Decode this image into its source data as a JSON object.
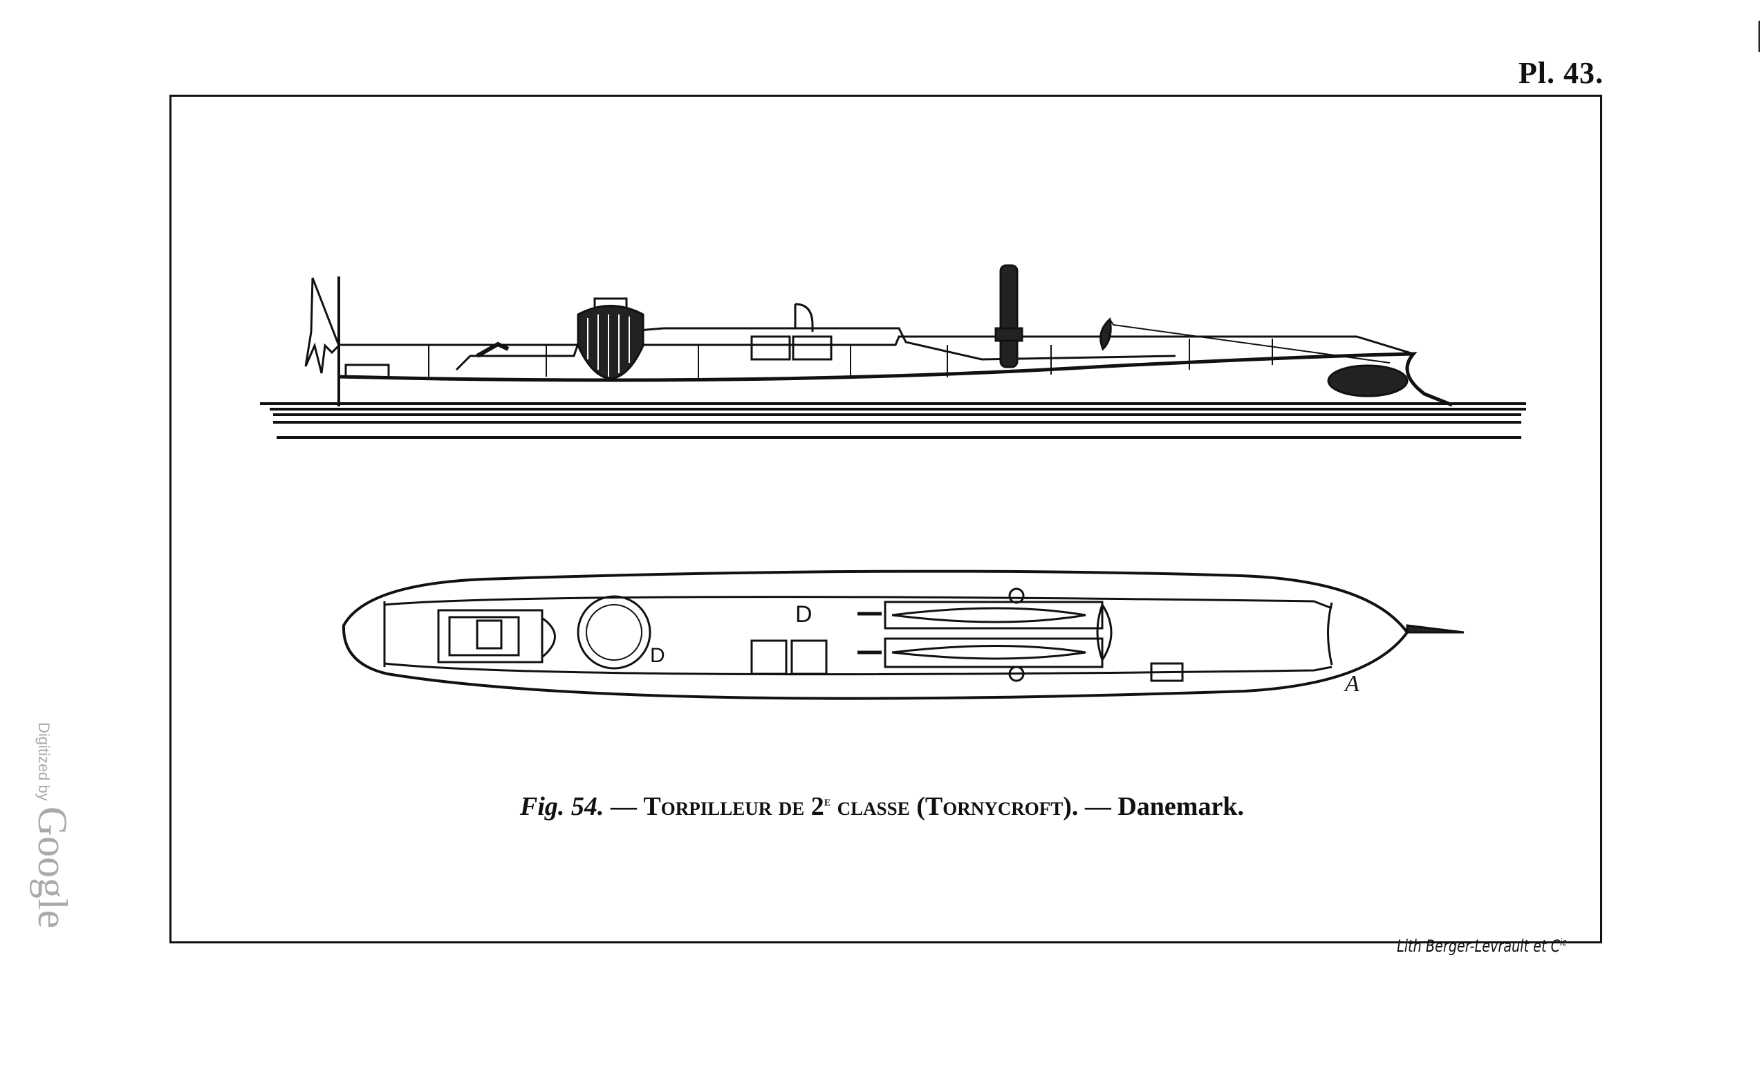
{
  "plate_number": "Pl. 43.",
  "figure": {
    "labels": {
      "d1": "D",
      "d2": "D",
      "a": "A"
    }
  },
  "caption": {
    "fig": "Fig. 54.",
    "sep1": " — ",
    "title_a": "Torpilleur de 2",
    "title_sup": "e",
    "title_b": " classe (Tornycroft).",
    "sep2": " — ",
    "country": "Danemark."
  },
  "lithographer": {
    "text": "Lith Berger-Levrault et C",
    "sup": "ie"
  },
  "watermark": {
    "prefix": "Digitized by",
    "brand": "Google"
  }
}
